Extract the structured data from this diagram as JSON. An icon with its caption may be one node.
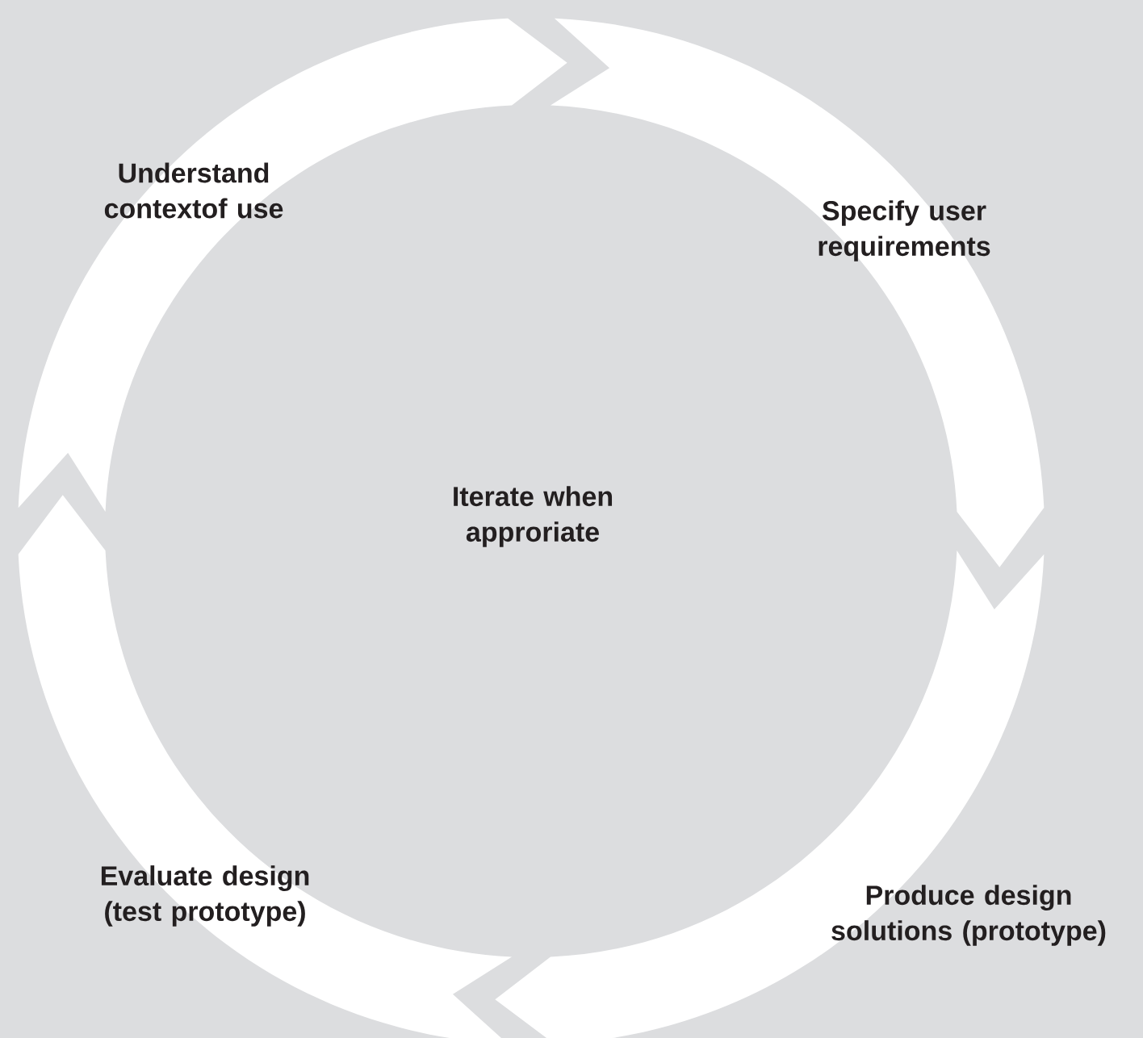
{
  "diagram": {
    "nodes": [
      {
        "text": [
          "Understand contextof use"
        ]
      },
      {
        "text": [
          "Specify user requirements"
        ]
      },
      {
        "text": [
          "Produce design solutions (prototype)"
        ]
      },
      {
        "text": [
          "Evaluate design (test prototype)"
        ]
      },
      {
        "text": [
          "Iterate when approriate"
        ]
      }
    ],
    "edges": [
      {
        "from": 0,
        "to": 1,
        "arrow": "to"
      },
      {
        "from": 1,
        "to": 2,
        "arrow": "to"
      },
      {
        "from": 2,
        "to": 3,
        "arrow": "to"
      },
      {
        "from": 3,
        "to": 0,
        "arrow": "to"
      }
    ]
  }
}
